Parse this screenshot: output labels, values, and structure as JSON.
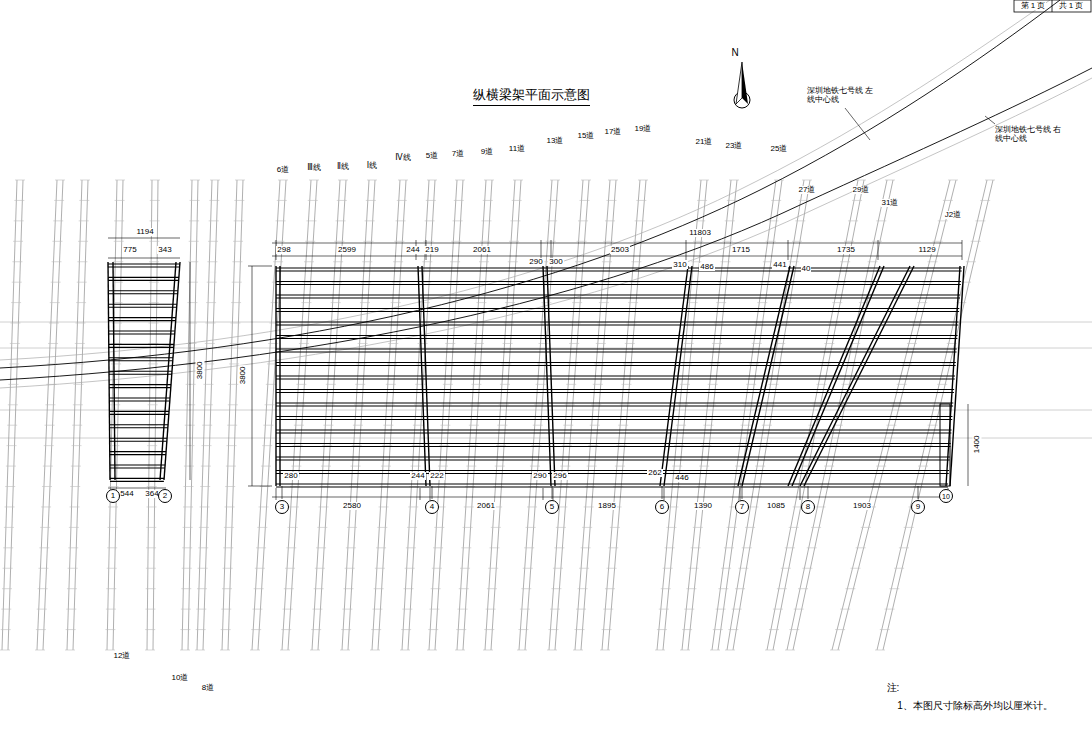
{
  "diagram": {
    "title": "纵横梁架平面示意图",
    "nodes": [
      {
        "text": [
          "1"
        ]
      },
      {
        "text": [
          "2"
        ]
      },
      {
        "text": [
          "3"
        ]
      },
      {
        "text": [
          "4"
        ]
      },
      {
        "text": [
          "5"
        ]
      },
      {
        "text": [
          "6"
        ]
      },
      {
        "text": [
          "7"
        ]
      },
      {
        "text": [
          "8"
        ]
      },
      {
        "text": [
          "9"
        ]
      },
      {
        "text": [
          "10"
        ]
      }
    ],
    "labels": [
      "第 1 页",
      "共 1 页",
      "N",
      "深圳地铁七号线 左线中心线",
      "深圳地铁七号线 右线中心线",
      "6道",
      "Ⅲ线",
      "Ⅱ线",
      "Ⅰ线",
      "Ⅳ线",
      "5道",
      "7道",
      "9道",
      "11道",
      "13道",
      "15道",
      "17道",
      "19道",
      "21道",
      "23道",
      "25道",
      "27道",
      "29道",
      "31道",
      "J2道",
      "12道",
      "10道",
      "8道",
      "1194",
      "775",
      "343",
      "3800",
      "544",
      "364",
      "11803",
      "298",
      "2599",
      "244",
      "219",
      "2061",
      "290",
      "300",
      "2503",
      "310",
      "486",
      "1715",
      "441",
      "40",
      "1735",
      "1129",
      "3800",
      "1400",
      "280",
      "2580",
      "244",
      "222",
      "2061",
      "290",
      "296",
      "1895",
      "262",
      "446",
      "1390",
      "1085",
      "1903",
      "注:",
      "1、本图尺寸除标高外均以厘米计。"
    ]
  }
}
